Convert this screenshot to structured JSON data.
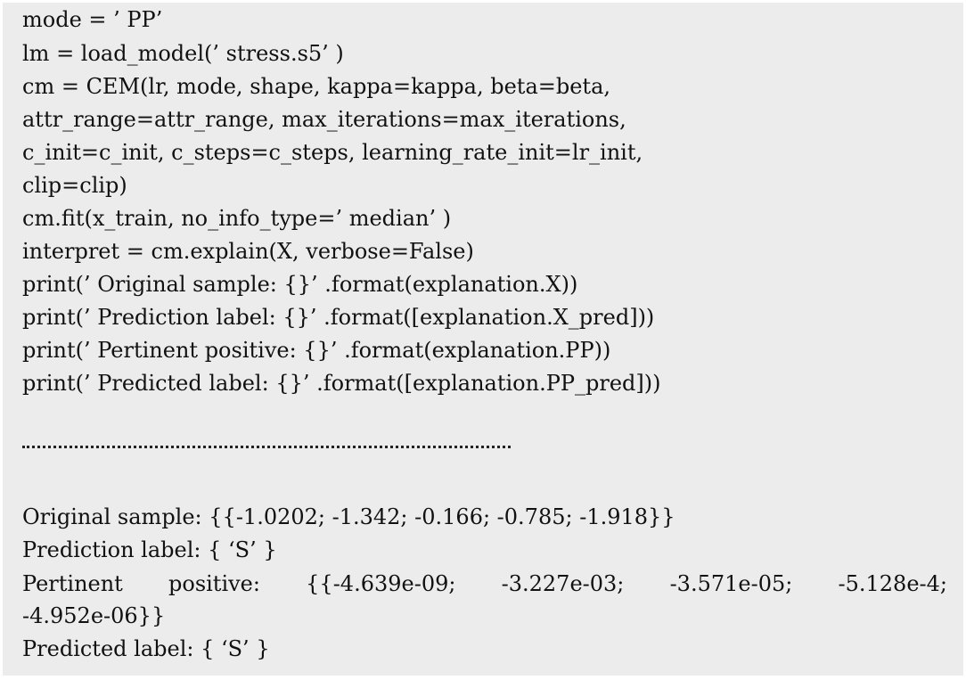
{
  "code": {
    "lines": [
      "mode = ’ PP’",
      "lm = load_model(’ stress.s5’ )",
      "cm = CEM(lr, mode, shape, kappa=kappa, beta=beta,",
      "attr_range=attr_range, max_iterations=max_iterations,",
      "c_init=c_init, c_steps=c_steps, learning_rate_init=lr_init,",
      "clip=clip)",
      "cm.fit(x_train, no_info_type=’ median’ )",
      "interpret = cm.explain(X, verbose=False)",
      "print(’ Original sample: {}’ .format(explanation.X))",
      "print(’ Prediction label: {}’ .format([explanation.X_pred]))",
      "print(’ Pertinent positive: {}’ .format(explanation.PP))",
      "print(’ Predicted label: {}’ .format([explanation.PP_pred]))"
    ]
  },
  "output": {
    "original_sample": "Original sample: {{-1.0202; -1.342; -0.166; -0.785; -1.918}}",
    "prediction_label": "Prediction label: { ‘S’ }",
    "pertinent_positive": {
      "tokens": [
        "Pertinent",
        "positive:",
        "{{-4.639e-09;",
        "-3.227e-03;",
        "-3.571e-05;",
        "-5.128e-4;"
      ],
      "continuation": "-4.952e-06}}"
    },
    "predicted_label": "Predicted label: { ‘S’ }"
  }
}
